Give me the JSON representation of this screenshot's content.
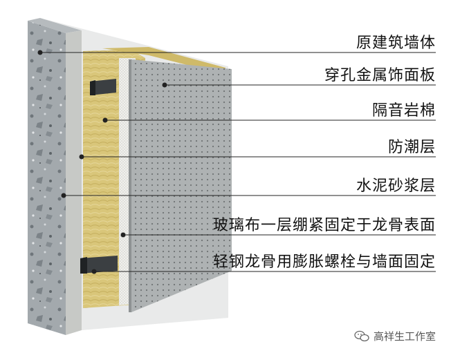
{
  "labels": [
    {
      "id": "wall",
      "text": "原建筑墙体"
    },
    {
      "id": "panel",
      "text": "穿孔金属饰面板"
    },
    {
      "id": "wool",
      "text": "隔音岩棉"
    },
    {
      "id": "moisture",
      "text": "防潮层"
    },
    {
      "id": "mortar",
      "text": "水泥砂浆层"
    },
    {
      "id": "glass",
      "text": "玻璃布一层绷紧固定于龙骨表面"
    },
    {
      "id": "keel",
      "text": "轻钢龙骨用膨胀螺栓与墙面固定"
    }
  ],
  "watermark": {
    "text": "高祥生工作室",
    "icon": "wechat-icon"
  },
  "colors": {
    "concrete": "#9aa1a6",
    "mortar": "#d8d9d6",
    "wool": "#d8c477",
    "panel": "#a9adae",
    "keel": "#3a3d40"
  }
}
